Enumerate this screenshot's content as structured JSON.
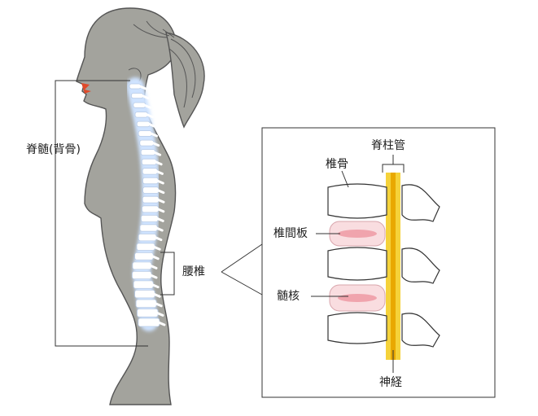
{
  "labels": {
    "spinal_cord": "脊髄(背骨)",
    "lumbar": "腰椎",
    "spinal_canal": "脊柱管",
    "vertebra": "椎骨",
    "disc": "椎間板",
    "nucleus": "髄核",
    "nerve": "神経"
  },
  "colors": {
    "silhouette": "#a3a39d",
    "outline": "#555555",
    "bone": "#ffffff",
    "spine_glow": "#cfe3ff",
    "disc": "#f9dde0",
    "nucleus": "#f0a4ad",
    "nerve": "#f5d23a",
    "nerve_core": "#e9a800",
    "lips": "#e04a2a"
  }
}
